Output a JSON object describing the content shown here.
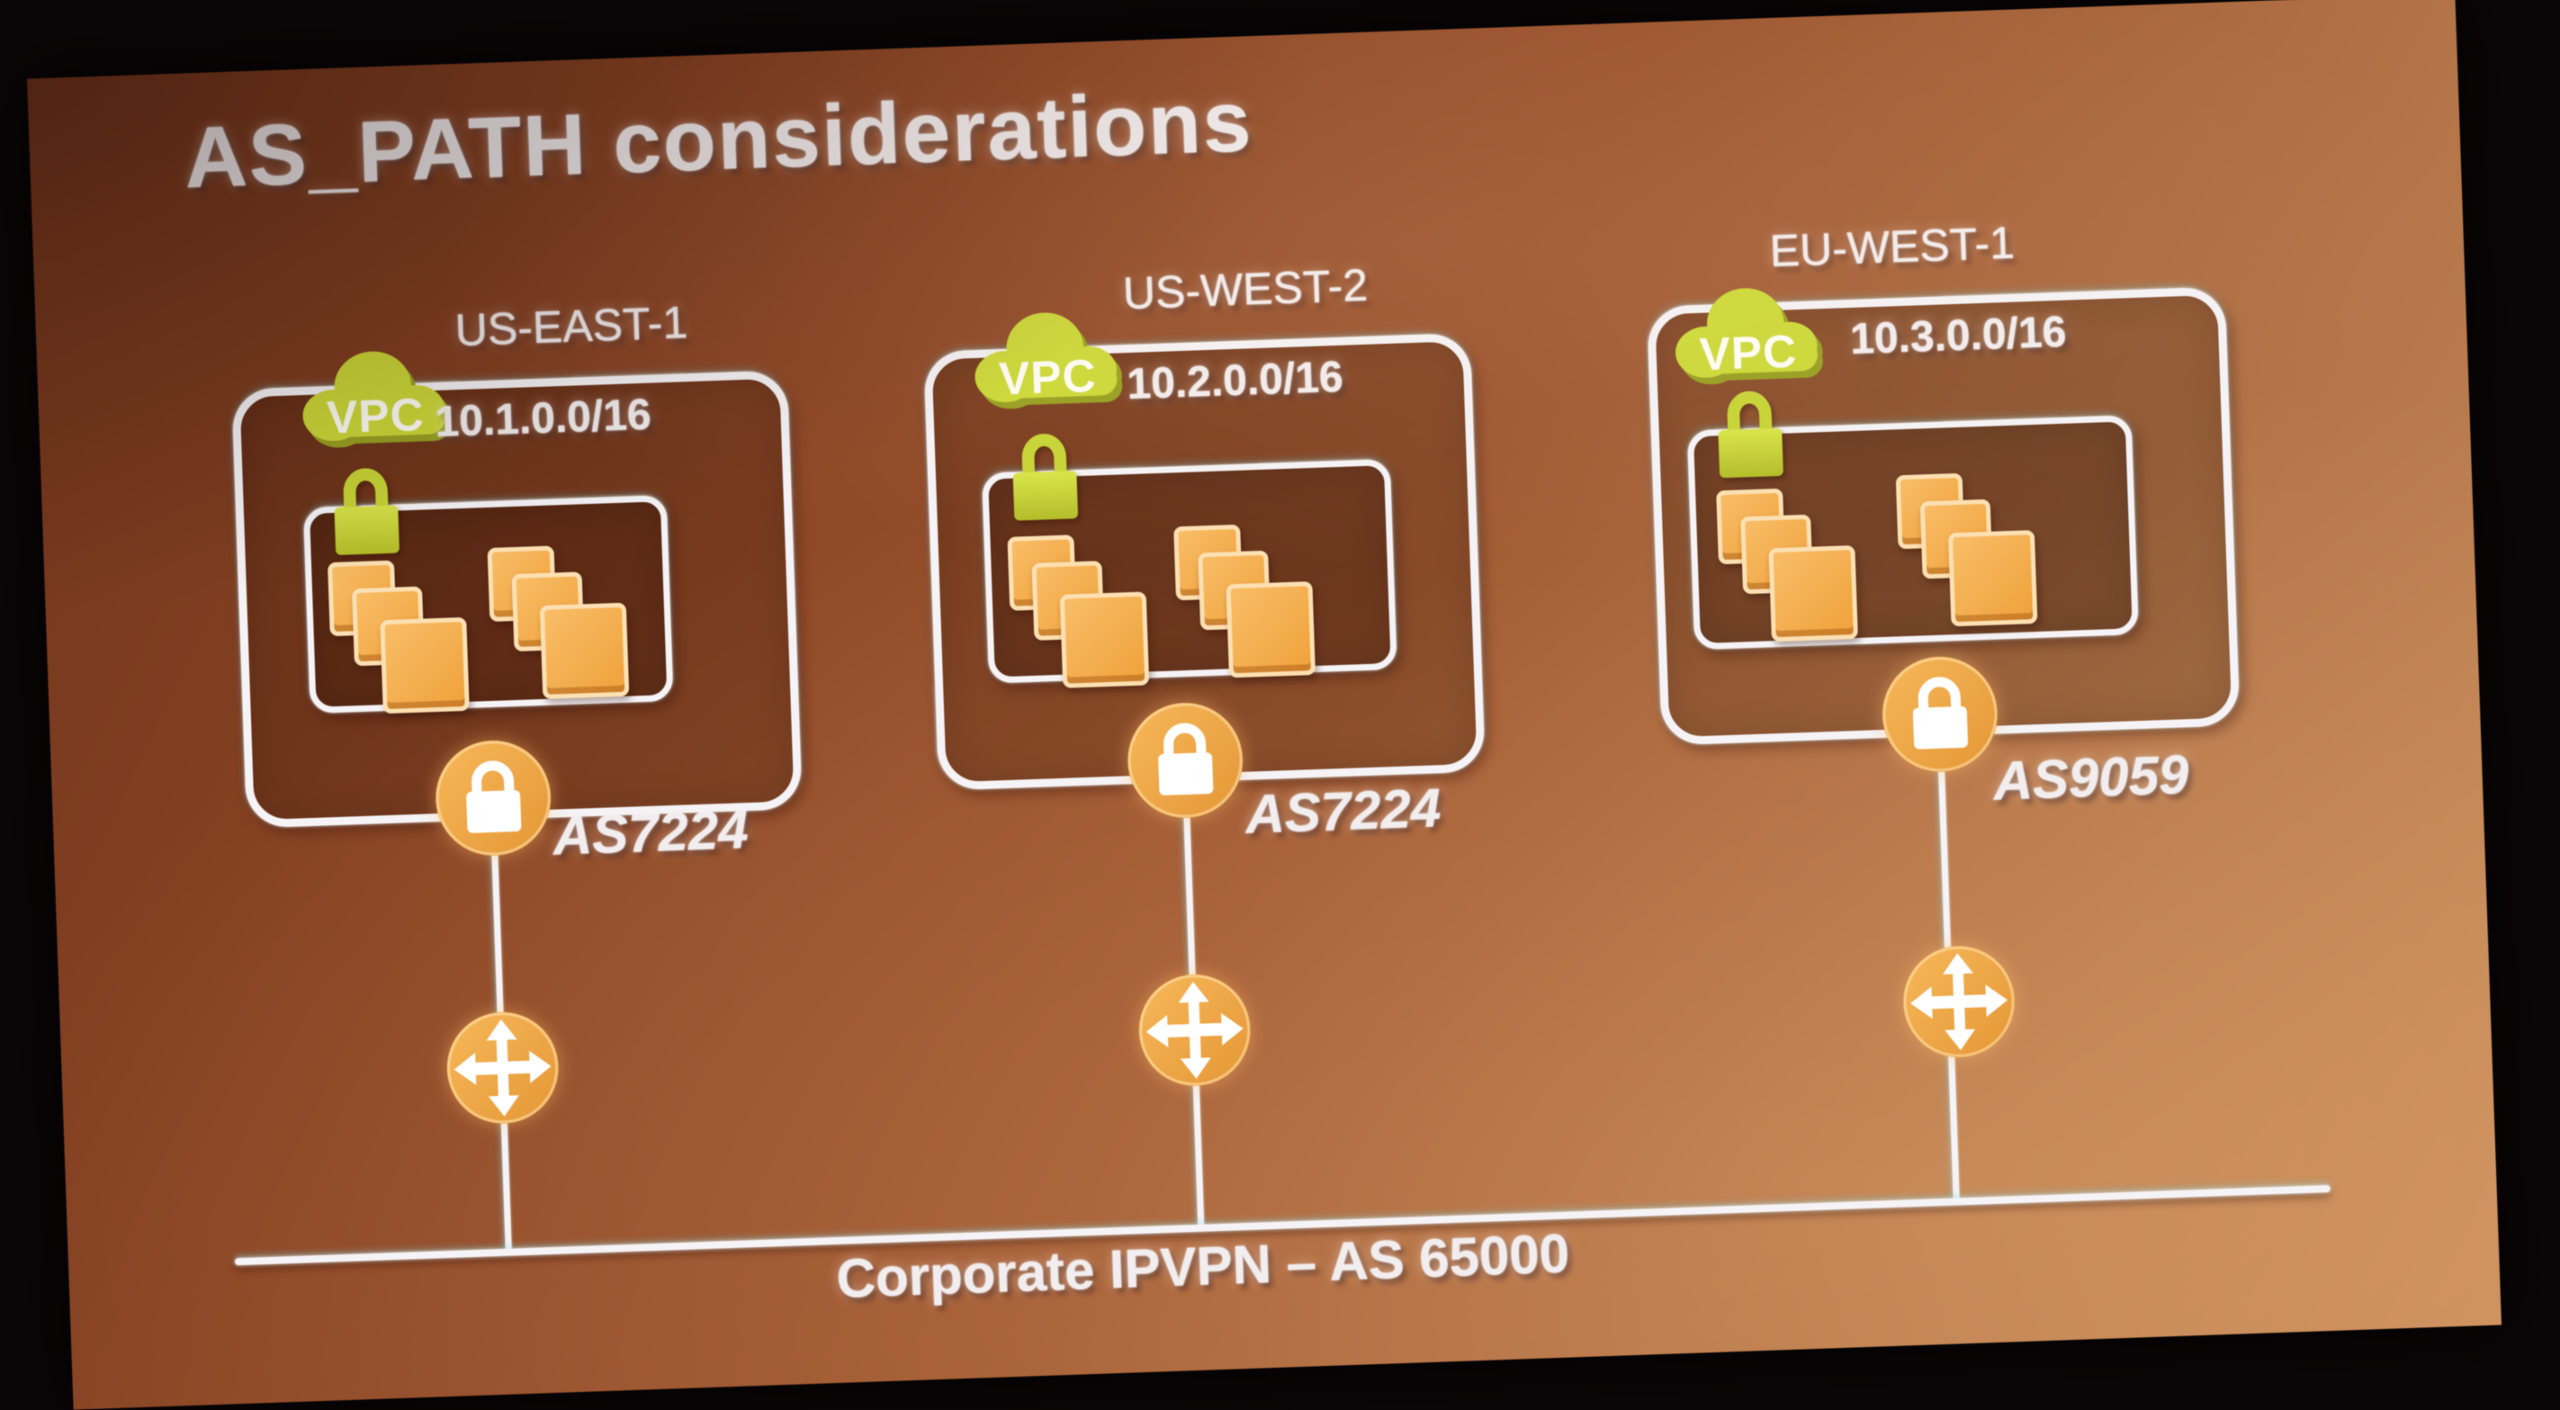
{
  "slide": {
    "title": "AS_PATH considerations",
    "vpc_label": "VPC",
    "regions": [
      {
        "name": "US-EAST-1",
        "cidr": "10.1.0.0/16",
        "asn": "AS7224"
      },
      {
        "name": "US-WEST-2",
        "cidr": "10.2.0.0/16",
        "asn": "AS7224"
      },
      {
        "name": "EU-WEST-1",
        "cidr": "10.3.0.0/16",
        "asn": "AS9059"
      }
    ],
    "bus_label": "Corporate IPVPN – AS 65000",
    "colors": {
      "backdrop_black": "#0a0506",
      "screen_brown": "#9b5531",
      "line_white": "#f5f3f6",
      "icon_orange": "#eca440",
      "vpc_green": "#ccd83e",
      "instance_orange": "#f1a94e"
    }
  }
}
